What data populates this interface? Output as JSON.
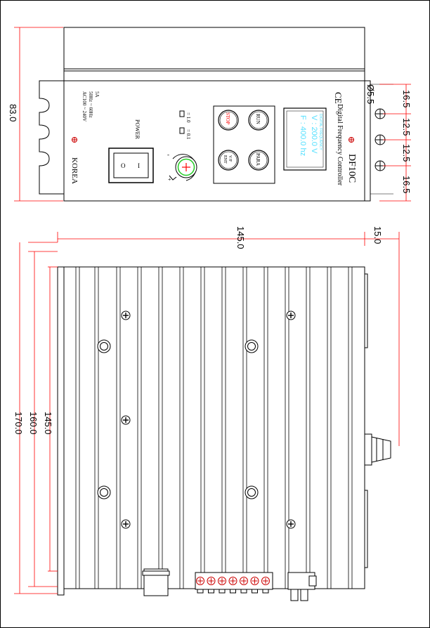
{
  "front_panel": {
    "model": "DF10C",
    "product_name": "Digital Frequency Controller",
    "ce_mark": "CE",
    "country": "KOREA",
    "power_label": "POWER",
    "ac_spec_line1": "AC100 ~ 240V",
    "ac_spec_line2": "50Hz ~ 60Hz",
    "ac_spec_line3": "5A",
    "switch_on": "I",
    "switch_off": "O",
    "step_label_1": "= 1.0",
    "step_label_2": "= 0.1",
    "knob_minus": "-",
    "knob_plus": "+",
    "buttons": {
      "stop": "STOP",
      "run": "RUN",
      "vf_ent_1": "V/F",
      "vf_ent_2": "ENT",
      "para": "PARA"
    },
    "lcd": {
      "header": "DIGITAL FREQUENCY",
      "line1": "V : 200.0 V",
      "line2": "F : 400.0 hz"
    }
  },
  "dimensions": {
    "front_height": "83.0",
    "hole_diameter": "Ø5.5",
    "spacing_top": "16.5",
    "spacing_mid1": "12.5",
    "spacing_mid2": "12.5",
    "spacing_bottom": "16.5",
    "length": "145.0",
    "offset": "15.0",
    "height_inner": "145.0",
    "height_mid": "160.0",
    "height_outer": "170.0"
  },
  "colors": {
    "stroke": "#000000",
    "dimension": "#ff0000",
    "stop_text": "#ff0000",
    "knob_ring": "#22cc22",
    "knob_plus": "#ff0000",
    "ce_mark_dot": "#cc0000",
    "lcd_text": "#55e0ff"
  }
}
